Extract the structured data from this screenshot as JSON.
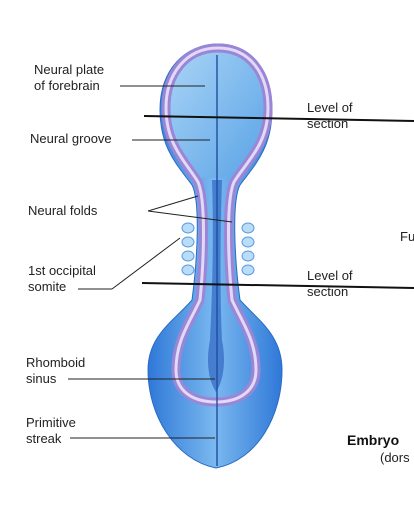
{
  "labels": {
    "neural_plate": "Neural plate\nof forebrain",
    "neural_groove": "Neural groove",
    "neural_folds": "Neural folds",
    "occipital_somite": "1st occipital\nsomite",
    "rhomboid_sinus": "Rhomboid\nsinus",
    "primitive_streak": "Primitive\nstreak",
    "level_top": "Level of\nsection",
    "level_bottom": "Level of\nsection",
    "fig_fragment": "Fu",
    "caption_title": "Embryo",
    "caption_sub": "(dors"
  },
  "colors": {
    "body_blue": "#3f8fe0",
    "plate_light": "#8fc6f2",
    "fold_purple": "#9b86d6",
    "fold_light": "#d9cdf4",
    "line": "#111111"
  }
}
